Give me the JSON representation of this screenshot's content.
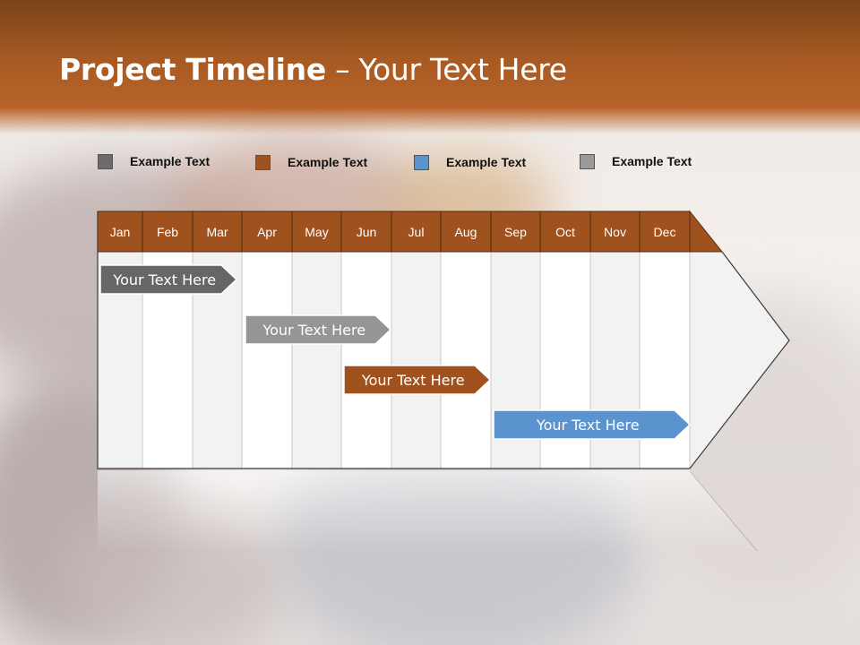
{
  "slide": {
    "title_bold": "Project Timeline",
    "title_rest": " – Your Text Here"
  },
  "legend": [
    {
      "label": "Example Text",
      "color": "#6b6b6b"
    },
    {
      "label": "Example Text",
      "color": "#a0521e"
    },
    {
      "label": "Example Text",
      "color": "#5b93cf"
    },
    {
      "label": "Example Text",
      "color": "#9a9a9a"
    }
  ],
  "months": [
    "Jan",
    "Feb",
    "Mar",
    "Apr",
    "May",
    "Jun",
    "Jul",
    "Aug",
    "Sep",
    "Oct",
    "Nov",
    "Dec"
  ],
  "tasks": [
    {
      "label": "Your  Text Here",
      "start": "Jan",
      "end": "Apr",
      "color": "#666666"
    },
    {
      "label": "Your  Text Here",
      "start": "Apr",
      "end": "Jul",
      "color": "#959595"
    },
    {
      "label": "Your  Text Here",
      "start": "Jun",
      "end": "Sep",
      "color": "#a0521e"
    },
    {
      "label": "Your  Text Here",
      "start": "Sep",
      "end": "Dec",
      "color": "#5b93cf"
    }
  ],
  "colors": {
    "header_brown": "#a0521e",
    "grid_light": "#f2f2f2",
    "grid_white": "#ffffff"
  }
}
